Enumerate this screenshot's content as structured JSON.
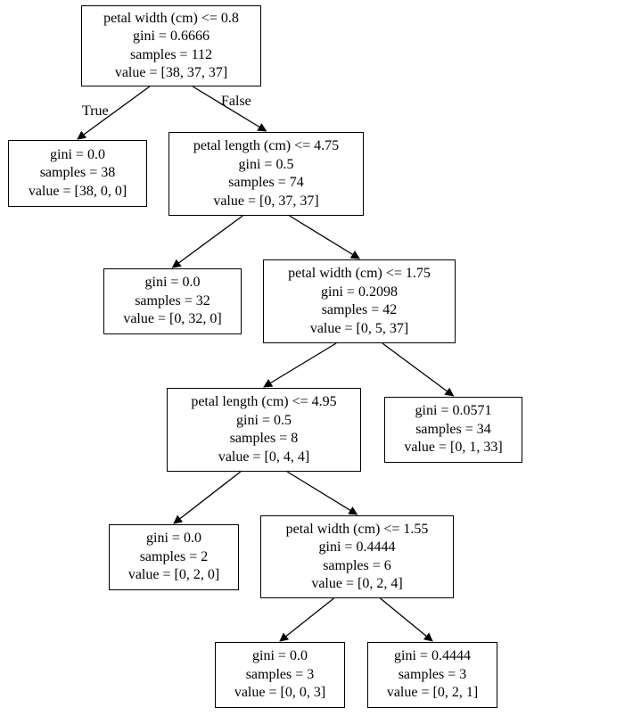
{
  "tree": {
    "edge_labels": {
      "true_label": "True",
      "false_label": "False"
    },
    "nodes": [
      {
        "id": "n0",
        "lines": [
          "petal width (cm) <= 0.8",
          "gini = 0.6666",
          "samples = 112",
          "value = [38, 37, 37]"
        ]
      },
      {
        "id": "n1",
        "lines": [
          "gini = 0.0",
          "samples = 38",
          "value = [38, 0, 0]"
        ]
      },
      {
        "id": "n2",
        "lines": [
          "petal length (cm) <= 4.75",
          "gini = 0.5",
          "samples = 74",
          "value = [0, 37, 37]"
        ]
      },
      {
        "id": "n3",
        "lines": [
          "gini = 0.0",
          "samples = 32",
          "value = [0, 32, 0]"
        ]
      },
      {
        "id": "n4",
        "lines": [
          "petal width (cm) <= 1.75",
          "gini = 0.2098",
          "samples = 42",
          "value = [0, 5, 37]"
        ]
      },
      {
        "id": "n5",
        "lines": [
          "petal length (cm) <= 4.95",
          "gini = 0.5",
          "samples = 8",
          "value = [0, 4, 4]"
        ]
      },
      {
        "id": "n6",
        "lines": [
          "gini = 0.0571",
          "samples = 34",
          "value = [0, 1, 33]"
        ]
      },
      {
        "id": "n7",
        "lines": [
          "gini = 0.0",
          "samples = 2",
          "value = [0, 2, 0]"
        ]
      },
      {
        "id": "n8",
        "lines": [
          "petal width (cm) <= 1.55",
          "gini = 0.4444",
          "samples = 6",
          "value = [0, 2, 4]"
        ]
      },
      {
        "id": "n9",
        "lines": [
          "gini = 0.0",
          "samples = 3",
          "value = [0, 0, 3]"
        ]
      },
      {
        "id": "n10",
        "lines": [
          "gini = 0.4444",
          "samples = 3",
          "value = [0, 2, 1]"
        ]
      }
    ],
    "edges": [
      {
        "from": "n0",
        "to": "n1"
      },
      {
        "from": "n0",
        "to": "n2"
      },
      {
        "from": "n2",
        "to": "n3"
      },
      {
        "from": "n2",
        "to": "n4"
      },
      {
        "from": "n4",
        "to": "n5"
      },
      {
        "from": "n4",
        "to": "n6"
      },
      {
        "from": "n5",
        "to": "n7"
      },
      {
        "from": "n5",
        "to": "n8"
      },
      {
        "from": "n8",
        "to": "n9"
      },
      {
        "from": "n8",
        "to": "n10"
      }
    ]
  }
}
